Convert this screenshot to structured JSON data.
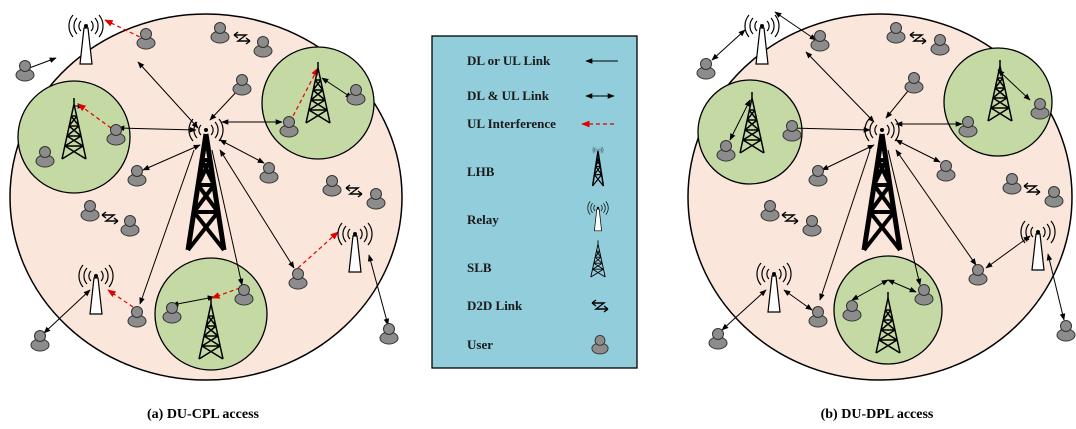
{
  "captions": {
    "a": "(a) DU-CPL access",
    "b": "(b) DU-DPL access"
  },
  "legend": {
    "items": [
      {
        "label": "DL or UL Link",
        "icon": "single-arrow-icon"
      },
      {
        "label": "DL & UL Link",
        "icon": "double-arrow-icon"
      },
      {
        "label": "UL Interference",
        "icon": "red-dashed-arrow-icon"
      },
      {
        "label": "LHB",
        "icon": "macro-tower-icon"
      },
      {
        "label": "Relay",
        "icon": "relay-icon"
      },
      {
        "label": "SLB",
        "icon": "small-tower-icon"
      },
      {
        "label": "D2D Link",
        "icon": "d2d-link-icon"
      },
      {
        "label": "User",
        "icon": "user-icon"
      }
    ]
  },
  "colors": {
    "macro_cell_fill": "#fae6da",
    "small_cell_fill": "#c5d9a5",
    "legend_fill": "#92cddc",
    "interference": "#e00000",
    "user_fill": "#8c8c8c"
  }
}
